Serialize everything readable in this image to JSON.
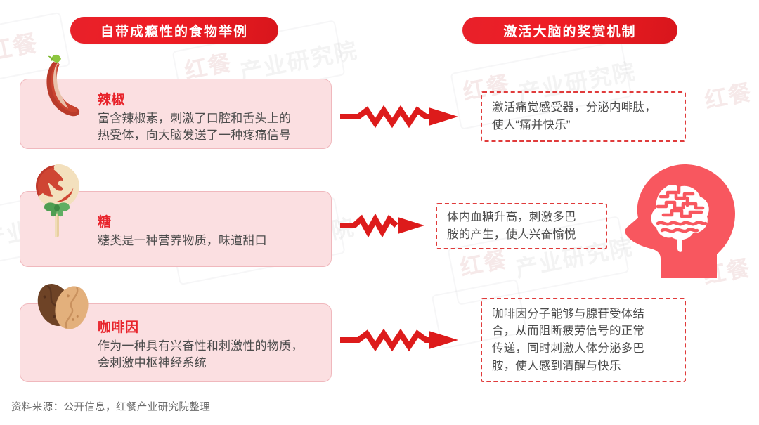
{
  "headers": {
    "left": "自带成瘾性的食物举例",
    "right": "激活大脑的奖赏机制"
  },
  "colors": {
    "header_red": "#e8212a",
    "card_bg": "#fbdfe1",
    "card_border": "#f0b8bd",
    "title_red": "#e8232b",
    "dashed_border": "#e03b3b",
    "arrow_red": "#dd1b1b",
    "head_coral": "#f8575f",
    "body_text": "#4c4c4c",
    "footer_text": "#6b6b6b"
  },
  "foods": [
    {
      "icon": "chili-pepper-icon",
      "title": "辣椒",
      "body": "富含辣椒素，刺激了口腔和舌头上的\n热受体，向大脑发送了一种疼痛信号"
    },
    {
      "icon": "lollipop-icon",
      "title": "糖",
      "body": "糖类是一种营养物质，味道甜口"
    },
    {
      "icon": "coffee-beans-icon",
      "title": "咖啡因",
      "body": "作为一种具有兴奋性和刺激性的物质，\n会刺激中枢神经系统"
    }
  ],
  "mechanisms": [
    {
      "text": "激活痛觉感受器，分泌内啡肽，\n使人“痛并快乐”"
    },
    {
      "text": "体内血糖升高，刺激多巴\n胺的产生，使人兴奋愉悦"
    },
    {
      "text": "咖啡因分子能够与腺苷受体结\n合，从而阻断疲劳信号的正常\n传递，同时刺激人体分泌多巴\n胺，使人感到清醒与快乐"
    }
  ],
  "arrows": [
    {
      "name": "zigzag-arrow-chili"
    },
    {
      "name": "zigzag-arrow-sugar"
    },
    {
      "name": "zigzag-arrow-caffeine"
    }
  ],
  "illustration": {
    "name": "head-with-brain-illustration"
  },
  "footer": {
    "source": "资料来源：公开信息，红餐产业研究院整理"
  },
  "watermarks": {
    "brand_red": "红餐",
    "brand_gray": "产业研究院"
  }
}
